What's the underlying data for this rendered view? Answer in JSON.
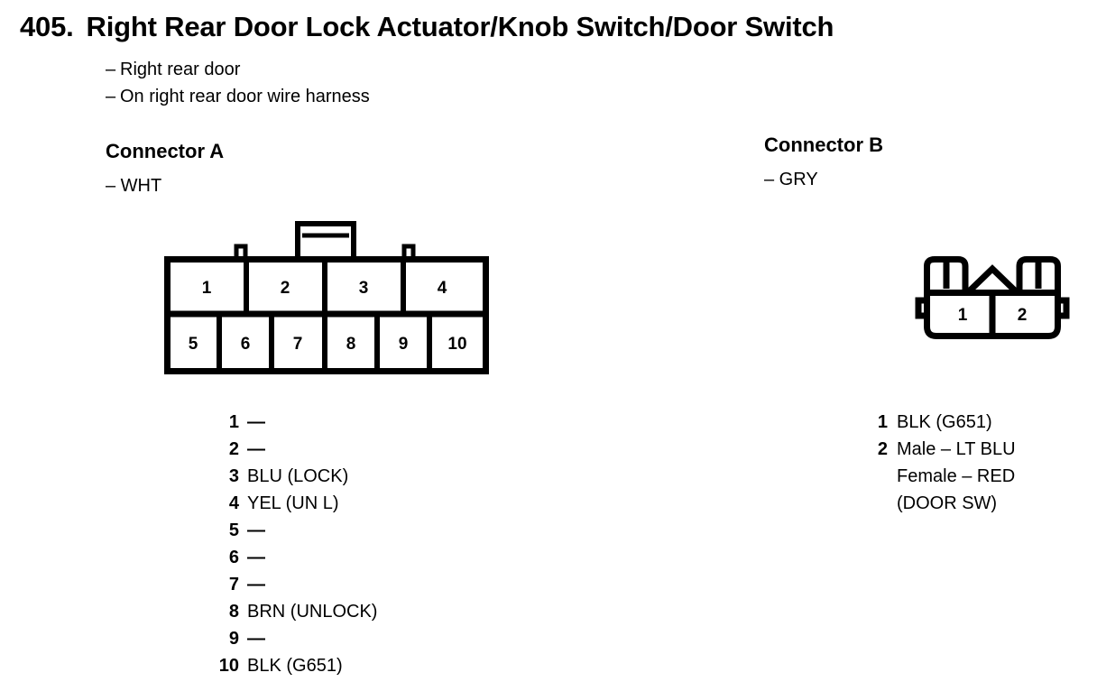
{
  "page": {
    "number": "405.",
    "title": "Right Rear Door Lock Actuator/Knob Switch/Door Switch",
    "notes": [
      "Right rear door",
      "On right rear door wire harness"
    ],
    "dash": "–",
    "ink_color": "#000000",
    "background_color": "#ffffff"
  },
  "connector_a": {
    "heading": "Connector A",
    "color_label": "– WHT",
    "body_color": "WHT",
    "pin_count": 10,
    "diagram": {
      "top_row_pins": [
        "1",
        "2",
        "3",
        "4"
      ],
      "bottom_row_pins": [
        "5",
        "6",
        "7",
        "8",
        "9",
        "10"
      ],
      "has_center_latch_tab": true,
      "has_side_notches": true,
      "notch_count": 2
    },
    "pins": [
      {
        "number": "1",
        "value": "—",
        "empty": true
      },
      {
        "number": "2",
        "value": "—",
        "empty": true
      },
      {
        "number": "3",
        "value": "BLU (LOCK)",
        "empty": false
      },
      {
        "number": "4",
        "value": "YEL (UN L)",
        "empty": false
      },
      {
        "number": "5",
        "value": "—",
        "empty": true
      },
      {
        "number": "6",
        "value": "—",
        "empty": true
      },
      {
        "number": "7",
        "value": "—",
        "empty": true
      },
      {
        "number": "8",
        "value": "BRN (UNLOCK)",
        "empty": false
      },
      {
        "number": "9",
        "value": "—",
        "empty": true
      },
      {
        "number": "10",
        "value": "BLK (G651)",
        "empty": false
      }
    ]
  },
  "connector_b": {
    "heading": "Connector B",
    "color_label": "– GRY",
    "body_color": "GRY",
    "pin_count": 2,
    "diagram": {
      "pins": [
        "1",
        "2"
      ],
      "has_center_peak": true,
      "has_top_notches": true,
      "has_side_tabs": true
    },
    "pins": [
      {
        "number": "1",
        "value": "BLK (G651)",
        "sub_lines": []
      },
      {
        "number": "2",
        "value": "Male – LT BLU",
        "sub_lines": [
          "Female – RED",
          "(DOOR SW)"
        ]
      }
    ]
  }
}
